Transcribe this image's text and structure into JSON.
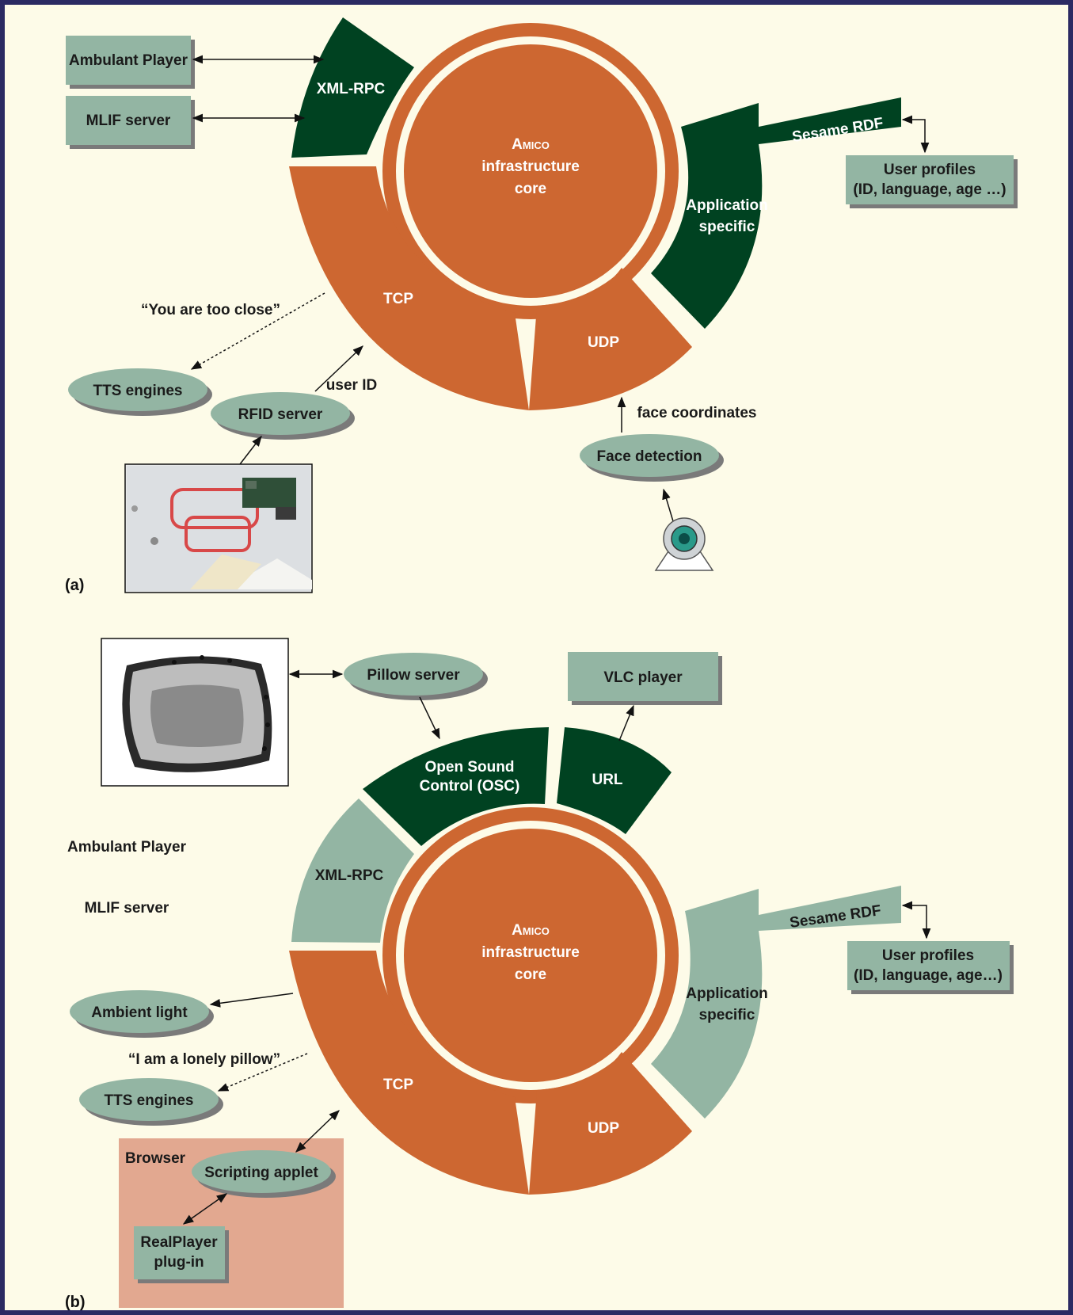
{
  "colors": {
    "frame": "#2b2a63",
    "background": "#fdfbe8",
    "orange": "#cd6731",
    "dark_green": "#004221",
    "sage": "#93b5a3",
    "browser_bg": "#e2a890",
    "shadow": "#7a7a7a"
  },
  "panel_a": {
    "label": "(a)",
    "core": {
      "line1_prefix": "A",
      "line1_smallcaps": "MICO",
      "line2": "infrastructure",
      "line3": "core"
    },
    "segments": {
      "xmlrpc": "XML-RPC",
      "tcp": "TCP",
      "udp": "UDP",
      "app_line1": "Application",
      "app_line2": "specific",
      "sesame": "Sesame RDF"
    },
    "boxes": {
      "ambulant": "Ambulant Player",
      "mlif": "MLIF server",
      "user_profiles_line1": "User profiles",
      "user_profiles_line2": "(ID, language, age …)"
    },
    "ellipses": {
      "tts": "TTS engines",
      "rfid": "RFID server",
      "face": "Face detection"
    },
    "annotations": {
      "too_close": "“You are too close”",
      "user_id": "user ID",
      "face_coords": "face coordinates"
    },
    "icons": [
      "rfid-hardware-photo",
      "webcam-icon"
    ]
  },
  "panel_b": {
    "label": "(b)",
    "core": {
      "line1_prefix": "A",
      "line1_smallcaps": "MICO",
      "line2": "infrastructure",
      "line3": "core"
    },
    "segments": {
      "osc_line1": "Open Sound",
      "osc_line2": "Control (OSC)",
      "url": "URL",
      "xmlrpc": "XML-RPC",
      "tcp": "TCP",
      "udp": "UDP",
      "app_line1": "Application",
      "app_line2": "specific",
      "sesame": "Sesame RDF"
    },
    "boxes": {
      "vlc": "VLC player",
      "user_profiles_line1": "User profiles",
      "user_profiles_line2": "(ID, language, age…)",
      "realplayer_line1": "RealPlayer",
      "realplayer_line2": "plug-in",
      "browser": "Browser"
    },
    "plain_text": {
      "ambulant": "Ambulant Player",
      "mlif": "MLIF server"
    },
    "ellipses": {
      "pillow": "Pillow server",
      "ambient": "Ambient light",
      "tts": "TTS engines",
      "scripting": "Scripting applet"
    },
    "annotations": {
      "lonely": "“I am a lonely pillow”"
    },
    "icons": [
      "pillow-photo"
    ]
  }
}
